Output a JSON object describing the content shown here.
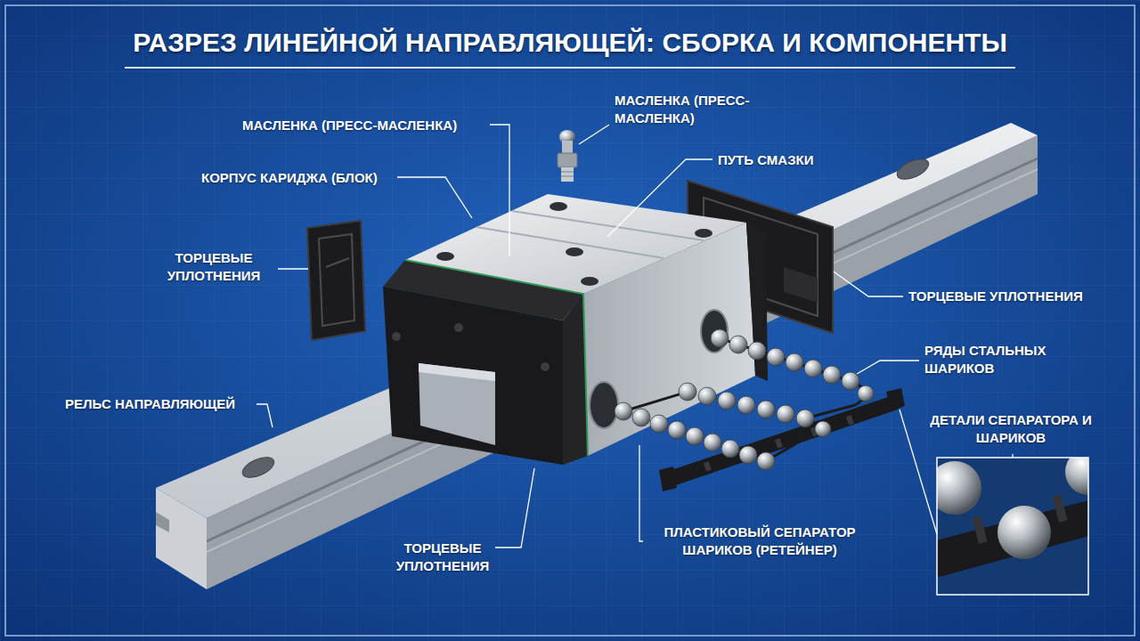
{
  "diagram": {
    "title": "РАЗРЕЗ ЛИНЕЙНОЙ НАПРАВЛЯЮЩЕЙ: СБОРКА И КОМПОНЕНТЫ",
    "labels": [
      "МАСЛЕНКА (ПРЕСС-МАСЛЕНКА)",
      "МАСЛЕНКА (ПРЕСС-МАСЛЕНКА)",
      "ПУТЬ СМАЗКИ",
      "КОРПУС КАРИДЖА (БЛОК)",
      "ТОРЦЕВЫЕ УПЛОТНЕНИЯ",
      "ТОРЦЕВЫЕ УПЛОТНЕНИЯ",
      "РЯДЫ СТАЛЬНЫХ ШАРИКОВ",
      "РЕЛЬС НАПРАВЛЯЮЩЕЙ",
      "ДЕТАЛИ СЕПАРАТОРА И ШАРИКОВ",
      "ТОРЦЕВЫЕ УПЛОТНЕНИЯ",
      "ПЛАСТИКОВЫЙ СЕПАРАТОР ШАРИКОВ (РЕТЕЙНЕР)"
    ]
  }
}
